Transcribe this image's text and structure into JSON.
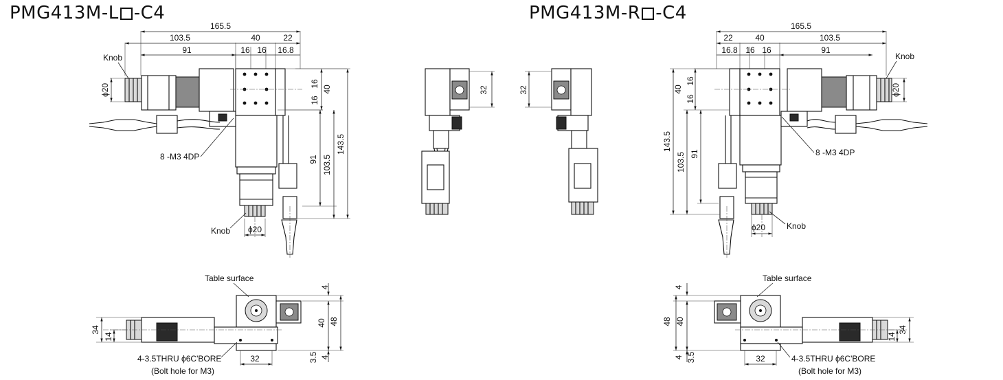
{
  "titles": {
    "left": {
      "prefix": "PMG413M-L",
      "suffix": "-C4"
    },
    "right": {
      "prefix": "PMG413M-R",
      "suffix": "-C4"
    }
  },
  "labels": {
    "knob": "Knob",
    "tapped_holes": "8 -M3 4DP",
    "table_surface": "Table surface",
    "bolt_holes": "4-3.5THRU ϕ6C'BORE",
    "bolt_note": "(Bolt hole for M3)"
  },
  "dimensions": {
    "overall_width": "165.5",
    "offset_103_5": "103.5",
    "offset_91": "91",
    "table_40": "40",
    "edge_22": "22",
    "pitch_16": "16",
    "edge_16_8": "16.8",
    "knob_dia": "ϕ20",
    "height_143_5": "143.5",
    "height_103_5": "103.5",
    "height_91": "91",
    "side_32": "32",
    "front_34": "34",
    "front_14": "14",
    "front_4": "4",
    "front_40": "40",
    "front_48": "48",
    "front_3_5": "3.5",
    "front_32": "32"
  },
  "colors": {
    "line": "#111111",
    "fill_dark": "#2a2a2a",
    "fill_mid": "#8a8a8a",
    "fill_light": "#d9d9d9"
  }
}
